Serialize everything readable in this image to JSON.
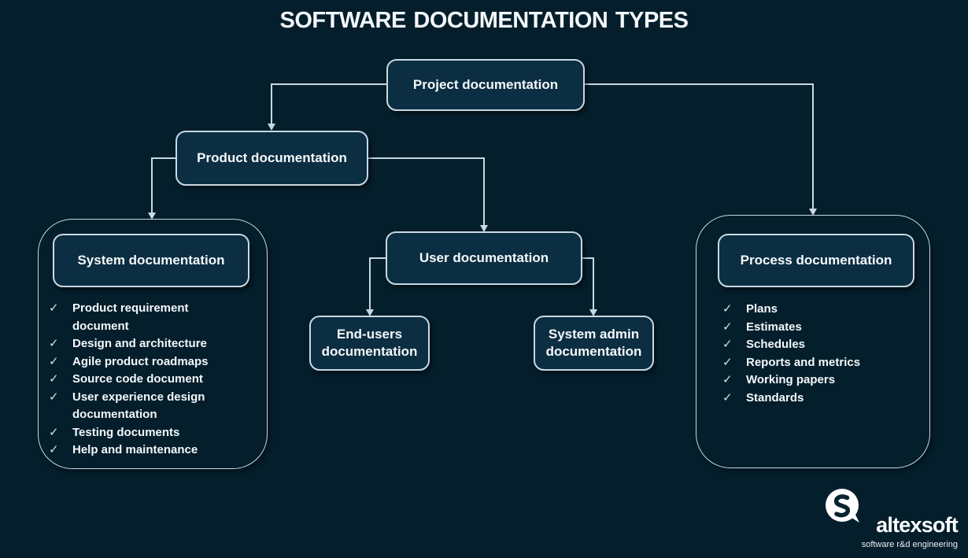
{
  "title": "SOFTWARE DOCUMENTATION TYPES",
  "nodes": {
    "project": {
      "label": "Project documentation"
    },
    "product": {
      "label": "Product documentation"
    },
    "system": {
      "label": "System documentation",
      "items": [
        "Product requirement document",
        "Design and architecture",
        "Agile product roadmaps",
        "Source code document",
        "User experience design documentation",
        "Testing documents",
        "Help and maintenance"
      ]
    },
    "user": {
      "label": "User documentation"
    },
    "end_users": {
      "label": "End-users documentation"
    },
    "system_admin": {
      "label": "System admin documentation"
    },
    "process": {
      "label": "Process documentation",
      "items": [
        "Plans",
        "Estimates",
        "Schedules",
        "Reports and metrics",
        "Working papers",
        "Standards"
      ]
    }
  },
  "checklist_icon": "✓",
  "branding": {
    "name": "altexsoft",
    "tagline": "software r&d engineering",
    "logo_icon": "altexsoft-a-mark"
  },
  "colors": {
    "background": "#041e2c",
    "box_fill": "#0c2e42",
    "stroke": "#c7d9e3",
    "text": "#f4f8fa"
  }
}
